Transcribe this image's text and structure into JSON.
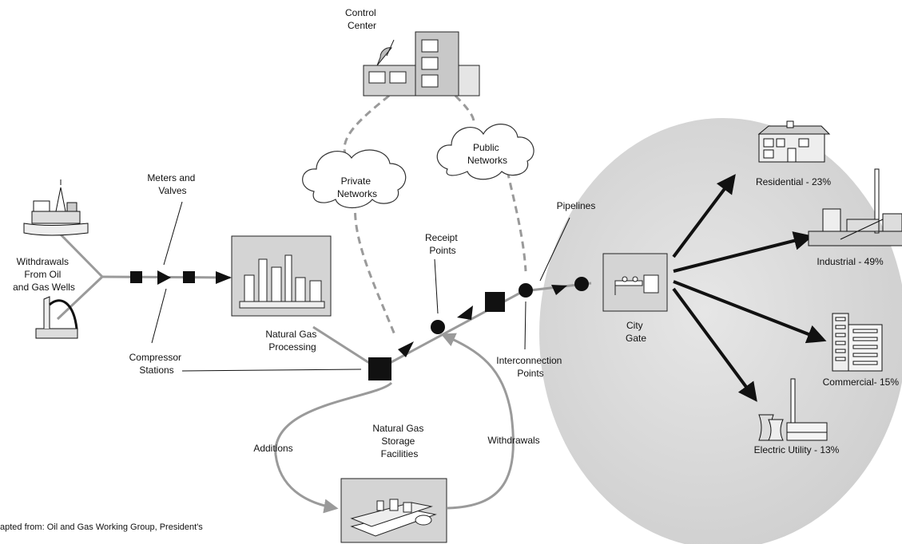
{
  "labels": {
    "control_center": [
      "Control",
      "Center"
    ],
    "public_networks": [
      "Public",
      "Networks"
    ],
    "private_networks": [
      "Private",
      "Networks"
    ],
    "meters_valves": [
      "Meters and",
      "Valves"
    ],
    "withdrawals_wells": [
      "Withdrawals",
      "From Oil",
      "and Gas Wells"
    ],
    "compressor_stations": [
      "Compressor",
      "Stations"
    ],
    "processing": [
      "Natural Gas",
      "Processing"
    ],
    "receipt_points": [
      "Receipt",
      "Points"
    ],
    "pipelines": [
      "Pipelines"
    ],
    "interconnection_points": [
      "Interconnection",
      "Points"
    ],
    "city_gate": [
      "City",
      "Gate"
    ],
    "storage": [
      "Natural Gas",
      "Storage",
      "Facilities"
    ],
    "additions": [
      "Additions"
    ],
    "withdrawals": [
      "Withdrawals"
    ]
  },
  "end_uses": {
    "residential": "Residential - 23%",
    "industrial": "Industrial - 49%",
    "commercial": "Commercial- 15%",
    "electric": "Electric Utility - 13%"
  },
  "credit": [
    "apted from: Oil and Gas Working Group, President's"
  ],
  "colors": {
    "flow_gray": "#9a9a9a",
    "node_black": "#111111",
    "consumer_disc": "#d9d9d9",
    "facility_bg": "#d4d4d4"
  }
}
